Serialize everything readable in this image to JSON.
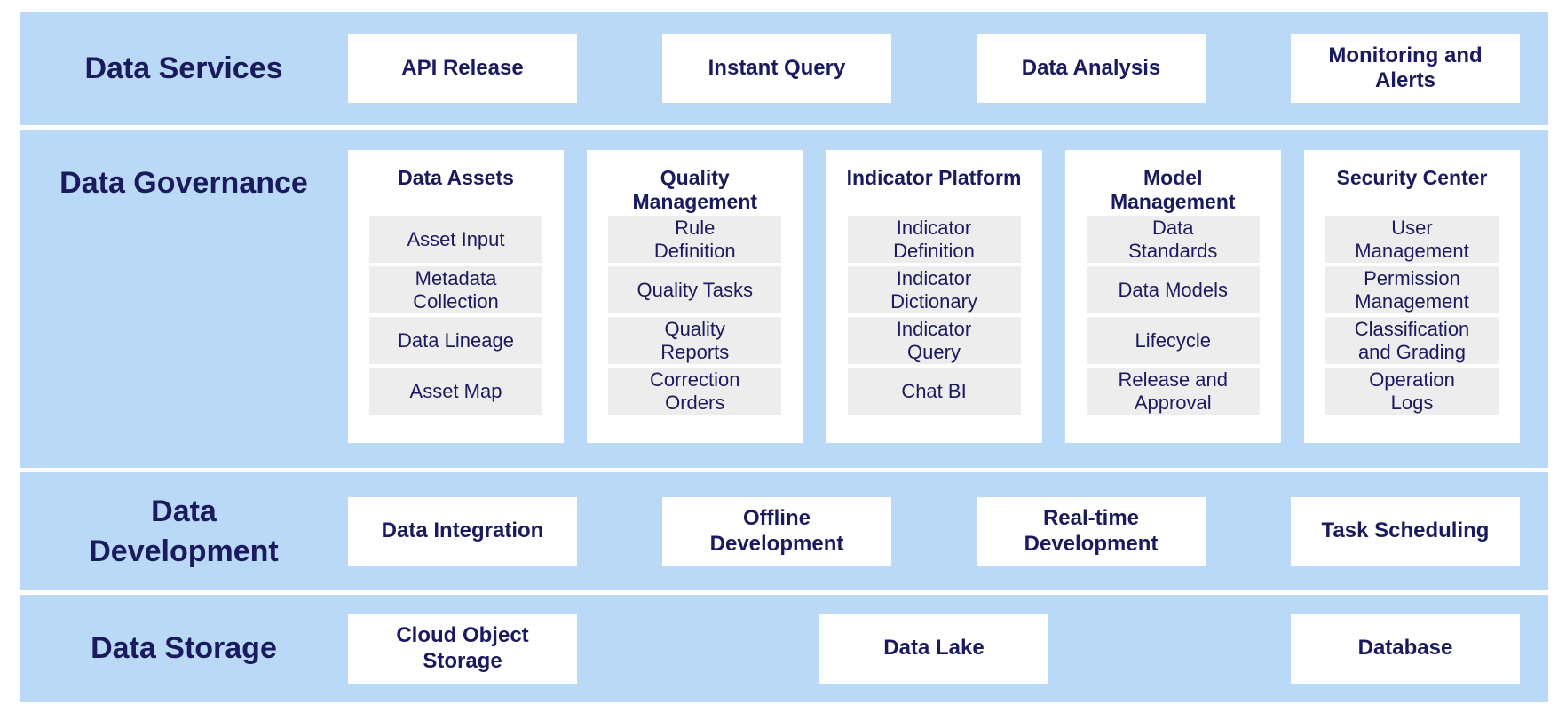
{
  "colors": {
    "band_bg": "#bad9f7",
    "text_navy": "#1a1a5e",
    "chip_bg": "#ededed",
    "box_bg": "#ffffff"
  },
  "rows": [
    {
      "label": "Data Services",
      "boxes": [
        "API Release",
        "Instant Query",
        "Data Analysis",
        "Monitoring and\nAlerts"
      ]
    },
    {
      "label": "Data Governance",
      "columns": [
        {
          "title": "Data Assets",
          "items": [
            "Asset Input",
            "Metadata\nCollection",
            "Data Lineage",
            "Asset Map"
          ]
        },
        {
          "title": "Quality\nManagement",
          "items": [
            "Rule\nDefinition",
            "Quality Tasks",
            "Quality\nReports",
            "Correction\nOrders"
          ]
        },
        {
          "title": "Indicator Platform",
          "items": [
            "Indicator\nDefinition",
            "Indicator\nDictionary",
            "Indicator\nQuery",
            "Chat BI"
          ]
        },
        {
          "title": "Model\nManagement",
          "items": [
            "Data\nStandards",
            "Data Models",
            "Lifecycle",
            "Release and\nApproval"
          ]
        },
        {
          "title": "Security Center",
          "items": [
            "User\nManagement",
            "Permission\nManagement",
            "Classification\nand Grading",
            "Operation\nLogs"
          ]
        }
      ]
    },
    {
      "label": "Data\nDevelopment",
      "boxes": [
        "Data Integration",
        "Offline\nDevelopment",
        "Real-time\nDevelopment",
        "Task Scheduling"
      ]
    },
    {
      "label": "Data Storage",
      "boxes": [
        "Cloud Object\nStorage",
        "Data Lake",
        "Database"
      ]
    }
  ]
}
